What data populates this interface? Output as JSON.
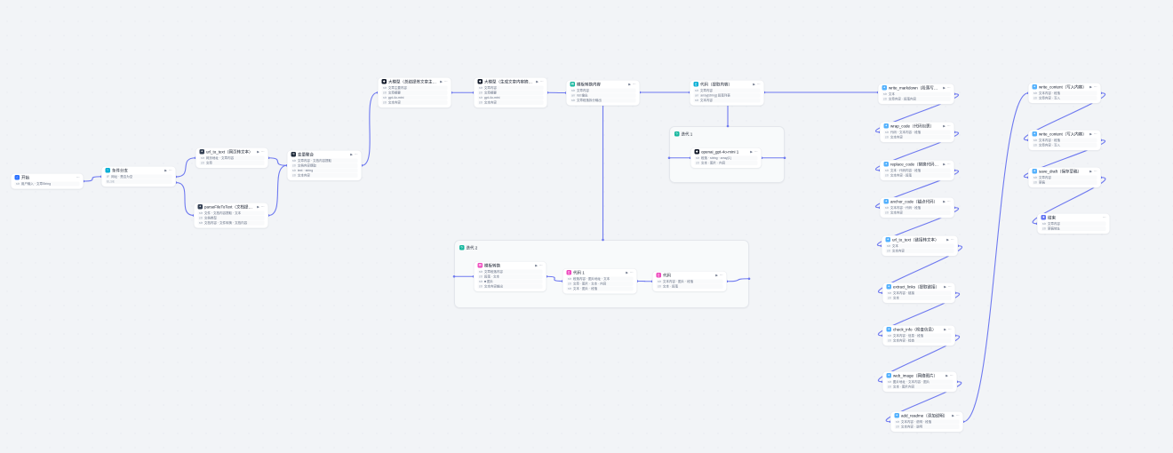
{
  "colors": {
    "canvas": "#f2f4f7",
    "edge": "#6e79f0",
    "start": "#2970ff",
    "ifelse": "#06aed4",
    "tool_dark": "#344054",
    "aggregator": "#1d2939",
    "llm": "#101828",
    "template": "#15b79e",
    "code": "#06aed4",
    "iteration": "#15b79e",
    "inner": "#ee46bc",
    "tool_blue": "#53b1fd",
    "end": "#6172f3"
  },
  "containers": [
    {
      "id": "iter1",
      "title": "迭代 1",
      "icon": "iteration-icon",
      "color": "iteration"
    },
    {
      "id": "iter2",
      "title": "迭代 2",
      "icon": "iteration-icon",
      "color": "iteration"
    }
  ],
  "nodes": [
    {
      "id": "start",
      "title": "开始",
      "icon": "start-icon",
      "color": "start",
      "rows": [
        {
          "t": "str",
          "v": "用户输入 · 文章String"
        }
      ]
    },
    {
      "id": "ifelse",
      "title": "条件分支",
      "icon": "if-else-icon",
      "color": "ifelse",
      "rows": [
        {
          "t": "IF",
          "v": "网址 · 是否为空"
        },
        {
          "t": "ELSE",
          "v": ""
        }
      ]
    },
    {
      "id": "A",
      "title": "url_to_text（网页转文本）",
      "icon": "tool-icon",
      "color": "tool_dark",
      "rows": [
        {
          "t": "str",
          "v": "网页地址 · 文章内容"
        },
        {
          "t": "str",
          "v": "文章"
        }
      ]
    },
    {
      "id": "B",
      "title": "parseFileToText（文档提取）",
      "icon": "tool-icon",
      "color": "tool_dark",
      "rows": [
        {
          "t": "str",
          "v": "文件 · 文档内容提取 · 文本"
        },
        {
          "t": "str",
          "v": "文档类型"
        },
        {
          "t": "str",
          "v": "文档内容 · 文件转换 · 文档内容"
        }
      ]
    },
    {
      "id": "agg",
      "title": "变量聚合",
      "icon": "aggregator-icon",
      "color": "aggregator",
      "rows": [
        {
          "t": "str",
          "v": "文章内容 · 文档内容提取"
        },
        {
          "t": "str",
          "v": "文档内容提取"
        },
        {
          "t": "str",
          "v": "text · string"
        },
        {
          "t": "str",
          "v": "文本内容"
        }
      ]
    },
    {
      "id": "llm1",
      "title": "大模型（总结提炼文章主要内容）",
      "icon": "llm-icon",
      "color": "llm",
      "rows": [
        {
          "t": "str",
          "v": "文章主要内容"
        },
        {
          "t": "str",
          "v": "文章摘要"
        },
        {
          "t": "str",
          "v": "gpt-4o-mini"
        },
        {
          "t": "str",
          "v": "文本内容"
        }
      ]
    },
    {
      "id": "llm2",
      "title": "大模型（生成文章内容摘要）",
      "icon": "llm-icon",
      "color": "llm",
      "rows": [
        {
          "t": "str",
          "v": "文章内容"
        },
        {
          "t": "str",
          "v": "文章摘要"
        },
        {
          "t": "str",
          "v": "gpt-4o-mini"
        },
        {
          "t": "str",
          "v": "文本内容"
        }
      ]
    },
    {
      "id": "tpl",
      "title": "模板转换内容",
      "icon": "template-icon",
      "color": "template",
      "rows": [
        {
          "t": "str",
          "v": "文章内容"
        },
        {
          "t": "arr",
          "v": "list 输出"
        },
        {
          "t": "str",
          "v": "文章段落拆分输出"
        }
      ]
    },
    {
      "id": "code",
      "title": "代码（提取内容）",
      "icon": "code-icon",
      "color": "code",
      "rows": [
        {
          "t": "str",
          "v": "文章内容"
        },
        {
          "t": "arr",
          "v": "array[string] 段落列表"
        },
        {
          "t": "str",
          "v": "文本内容"
        }
      ]
    },
    {
      "id": "it1n",
      "title": "openai_gpt-4o-mini 1",
      "icon": "llm-icon",
      "color": "llm",
      "rows": [
        {
          "t": "str",
          "v": "段落 · string · array[1]"
        },
        {
          "t": "str",
          "v": "文本 · 图片 · 内容"
        }
      ]
    },
    {
      "id": "it2a",
      "title": "模板转换",
      "icon": "template-icon",
      "color": "inner",
      "rows": [
        {
          "t": "str",
          "v": "文章段落内容"
        },
        {
          "t": "str",
          "v": "段落 · 文本"
        },
        {
          "t": "str",
          "v": "■ 图片"
        },
        {
          "t": "str",
          "v": "文本内容输出"
        }
      ]
    },
    {
      "id": "it2b",
      "title": "代码 1",
      "icon": "code-icon",
      "color": "inner",
      "rows": [
        {
          "t": "str",
          "v": "段落内容 · 图片地址 · 文本"
        },
        {
          "t": "str",
          "v": "文章 · 图片 · 文本 · 内容"
        },
        {
          "t": "str",
          "v": "文本 · 图片 · 段落"
        }
      ]
    },
    {
      "id": "it2c",
      "title": "代码",
      "icon": "code-icon",
      "color": "inner",
      "rows": [
        {
          "t": "str",
          "v": "文本内容 · 图片 · 段落"
        },
        {
          "t": "str",
          "v": "文本 · 段落"
        }
      ]
    },
    {
      "id": "r1",
      "title": "write_markdown（段落写入）",
      "icon": "tool-icon",
      "color": "tool_blue",
      "rows": [
        {
          "t": "str",
          "v": "文本"
        },
        {
          "t": "str",
          "v": "文章内容 · 段落内容"
        }
      ]
    },
    {
      "id": "r2",
      "title": "wrap_code（代码包裹）",
      "icon": "tool-icon",
      "color": "tool_blue",
      "rows": [
        {
          "t": "str",
          "v": "代码 · 文本内容 · 段落"
        },
        {
          "t": "str",
          "v": "文本内容"
        }
      ]
    },
    {
      "id": "r3",
      "title": "replace_code（替换代码块）",
      "icon": "tool-icon",
      "color": "tool_blue",
      "rows": [
        {
          "t": "str",
          "v": "文本 · 代码内容 · 段落"
        },
        {
          "t": "str",
          "v": "文本内容 · 段落"
        }
      ]
    },
    {
      "id": "r4",
      "title": "anchor_code（锚点代码）",
      "icon": "tool-icon",
      "color": "tool_blue",
      "rows": [
        {
          "t": "str",
          "v": "文本内容 · 代码 · 段落"
        },
        {
          "t": "str",
          "v": "文本内容"
        }
      ]
    },
    {
      "id": "r5",
      "title": "url_to_text（链接转文本）",
      "icon": "tool-icon",
      "color": "tool_blue",
      "rows": [
        {
          "t": "str",
          "v": "文本"
        },
        {
          "t": "str",
          "v": "文本内容"
        }
      ]
    },
    {
      "id": "r6",
      "title": "extract_links（提取链接）",
      "icon": "tool-icon",
      "color": "tool_blue",
      "rows": [
        {
          "t": "str",
          "v": "文本内容 · 链接"
        },
        {
          "t": "str",
          "v": "文本"
        }
      ]
    },
    {
      "id": "r7",
      "title": "check_info（检查信息）",
      "icon": "tool-icon",
      "color": "tool_blue",
      "rows": [
        {
          "t": "str",
          "v": "文本内容 · 信息 · 段落"
        },
        {
          "t": "str",
          "v": "文本内容 · 检查"
        }
      ]
    },
    {
      "id": "r8",
      "title": "web_image（网络图片）",
      "icon": "tool-icon",
      "color": "tool_blue",
      "rows": [
        {
          "t": "str",
          "v": "图片地址 · 文本内容 · 图片"
        },
        {
          "t": "str",
          "v": "文本 · 图片内容"
        }
      ]
    },
    {
      "id": "r9",
      "title": "add_readme（添加说明）",
      "icon": "tool-icon",
      "color": "tool_blue",
      "rows": [
        {
          "t": "str",
          "v": "文本内容 · 说明 · 段落"
        },
        {
          "t": "str",
          "v": "文本内容 · 说明"
        }
      ]
    },
    {
      "id": "f1",
      "title": "write_content（写入内容）",
      "icon": "tool-icon",
      "color": "tool_blue",
      "rows": [
        {
          "t": "str",
          "v": "文本内容 · 段落"
        },
        {
          "t": "str",
          "v": "文章内容 · 写入"
        }
      ]
    },
    {
      "id": "f2",
      "title": "write_content（写入内容）",
      "icon": "tool-icon",
      "color": "tool_blue",
      "rows": [
        {
          "t": "str",
          "v": "文本内容 · 段落"
        },
        {
          "t": "str",
          "v": "文章内容 · 写入"
        }
      ]
    },
    {
      "id": "f3",
      "title": "save_draft（保存草稿）",
      "icon": "tool-icon",
      "color": "tool_blue",
      "rows": [
        {
          "t": "str",
          "v": "文章内容"
        },
        {
          "t": "str",
          "v": "草稿"
        }
      ]
    },
    {
      "id": "end",
      "title": "结束",
      "icon": "end-icon",
      "color": "end",
      "rows": [
        {
          "t": "str",
          "v": "文章内容"
        },
        {
          "t": "str",
          "v": "草稿地址"
        }
      ]
    }
  ]
}
